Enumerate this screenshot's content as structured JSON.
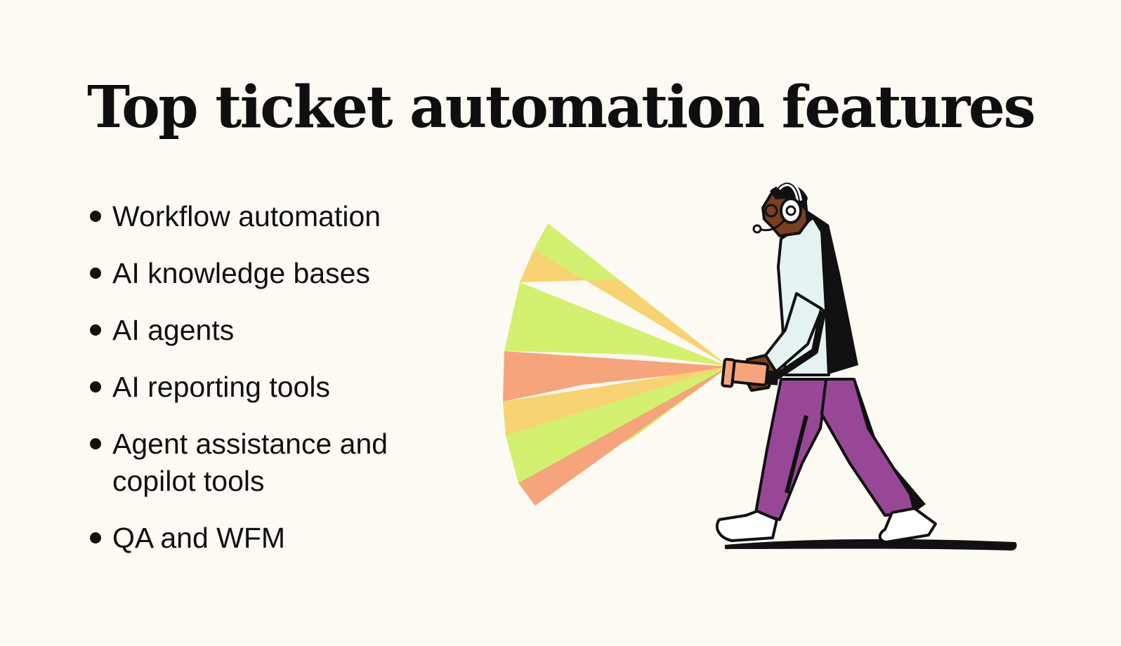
{
  "title": "Top ticket automation features",
  "features": [
    "Workflow automation",
    "AI knowledge bases",
    "AI agents",
    "AI reporting tools",
    "Agent assistance and copilot tools",
    "QA and WFM"
  ],
  "colors": {
    "background": "#fdfaf3",
    "text": "#111111",
    "beam_green": "#d4f070",
    "beam_yellow": "#f8d373",
    "beam_orange": "#f6a47c",
    "pants_purple": "#984797",
    "jacket_light": "#e4f3f1"
  }
}
